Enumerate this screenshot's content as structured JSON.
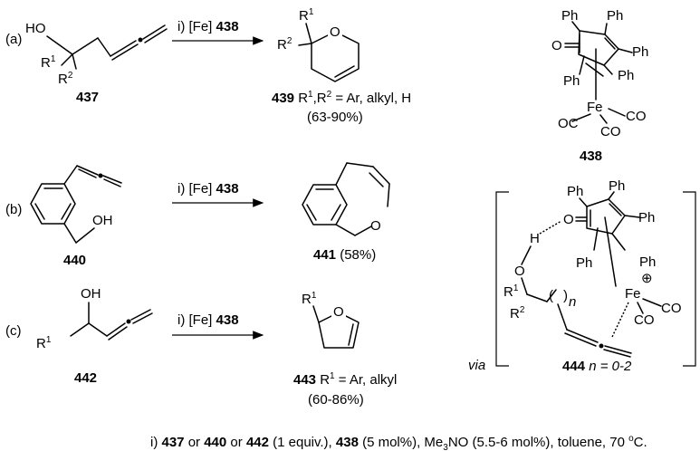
{
  "labels": {
    "a": "(a)",
    "b": "(b)",
    "c": "(c)"
  },
  "atoms": {
    "HO": "HO",
    "OH": "OH",
    "O": "O",
    "H": "H",
    "Ph": "Ph",
    "Fe": "Fe",
    "CO": "CO",
    "OC": "OC",
    "R": "R",
    "one": "1",
    "two": "2",
    "n": "n",
    "plus": "⊕"
  },
  "reagents": {
    "prefix": "i) [Fe] ",
    "catalyst": "438"
  },
  "compounds": {
    "c437": "437",
    "c438": "438",
    "c439": "439",
    "c440": "440",
    "c441": "441",
    "c442": "442",
    "c443": "443",
    "c444": "444"
  },
  "notes": {
    "c439_sub": " R",
    "c439_rest": ",R",
    "c439_tail": " = Ar, alkyl, H",
    "c439_yield": "(63-90%)",
    "c441_yield": " (58%)",
    "c443_sub": " R",
    "c443_tail": " = Ar, alkyl",
    "c443_yield": "(60-86%)",
    "via": "via",
    "c444_tail": " n = 0-2"
  },
  "conditions": {
    "p1": "i) ",
    "s437": "437",
    "or1": " or ",
    "s440": "440",
    "or2": " or ",
    "s442": "442",
    "p2": " (1 equiv.), ",
    "s438": "438",
    "p3": " (5 mol%), Me",
    "sub3": "3",
    "p4": "NO (5.5-6 mol%), toluene, 70 ",
    "deg": "o",
    "p5": "C."
  }
}
